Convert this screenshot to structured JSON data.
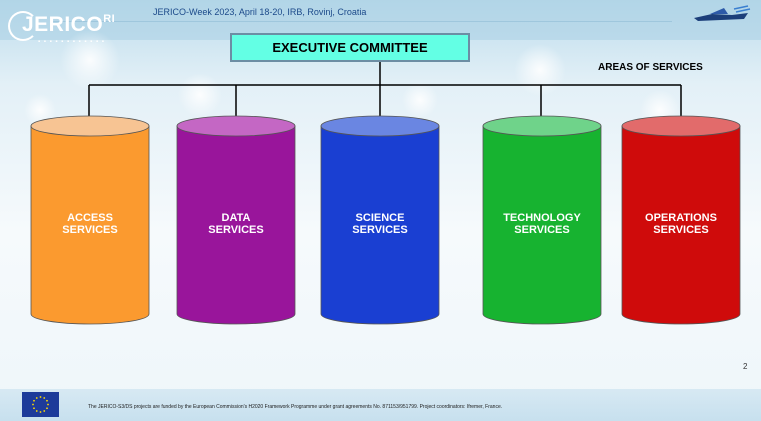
{
  "header": {
    "logo_text": "JERICO",
    "logo_suffix": "RI",
    "event_title": "JERICO-Week 2023, April 18-20, IRB, Rovinj, Croatia"
  },
  "diagram": {
    "top_node": "EXECUTIVE COMMITTEE",
    "group_title": "AREAS OF SERVICES",
    "services": [
      {
        "label": "ACCESS\nSERVICES",
        "body_color": "#fb9a2f",
        "top_color": "#f7c493"
      },
      {
        "label": "DATA\nSERVICES",
        "body_color": "#99159b",
        "top_color": "#c467c4"
      },
      {
        "label": "SCIENCE\nSERVICES",
        "body_color": "#1a3fd2",
        "top_color": "#6a86e2"
      },
      {
        "label": "TECHNOLOGY\nSERVICES",
        "body_color": "#17b330",
        "top_color": "#6fd38a"
      },
      {
        "label": "OPERATIONS\nSERVICES",
        "body_color": "#cf0b0b",
        "top_color": "#e26b6b"
      }
    ]
  },
  "page_number": "2",
  "footer": {
    "text": "The JERICO-S3/DS projects are funded by the European Commission's H2020 Framework Programme under grant agreements No. 871153/951799. Project coordinators: Ifremer, France."
  },
  "colors": {
    "exec_fill": "#63ffe4",
    "exec_border": "#6c8da4",
    "eu_blue": "#1d3b9a",
    "eu_star": "#ffdd00"
  }
}
